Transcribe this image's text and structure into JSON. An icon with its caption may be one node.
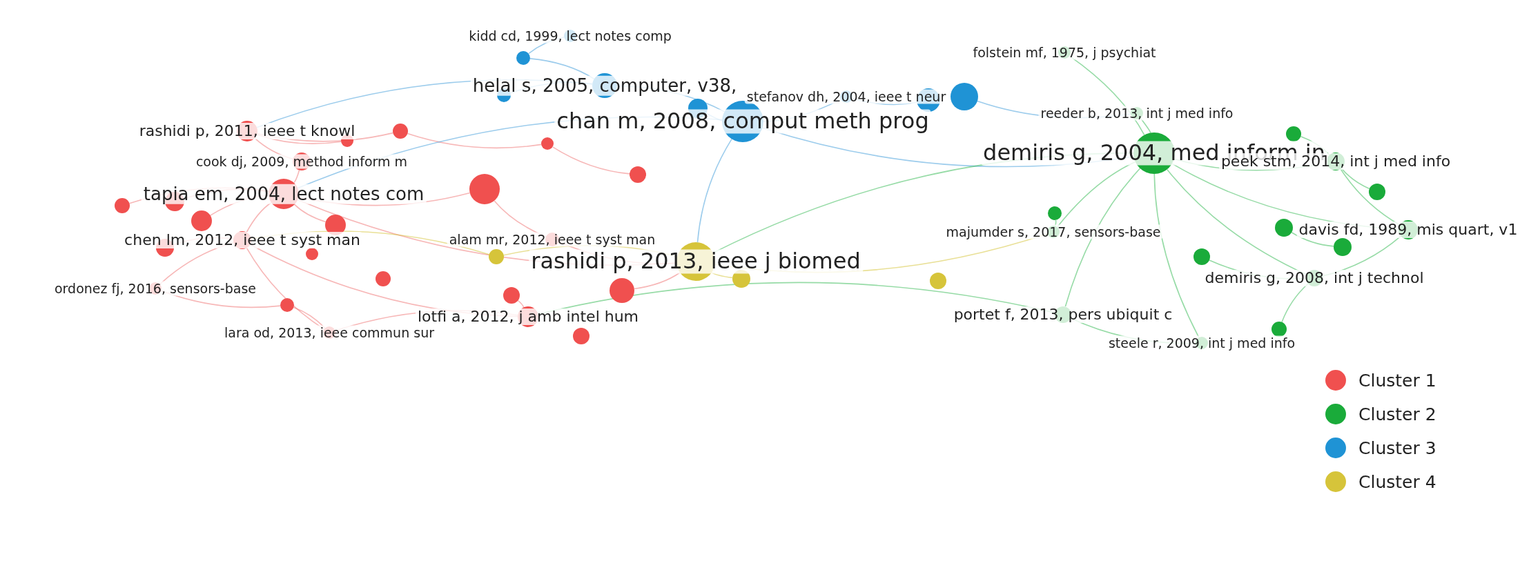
{
  "diagram": {
    "nodes": [
      {
        "text": [
          "kidd cd, 1999, lect notes comp"
        ]
      },
      {
        "text": [
          "folstein mf, 1975, j psychiat"
        ]
      },
      {
        "text": [
          "helal s, 2005, computer, v38,"
        ]
      },
      {
        "text": [
          "stefanov dh, 2004, ieee t neur"
        ]
      },
      {
        "text": [
          "chan m, 2008, comput meth prog"
        ]
      },
      {
        "text": [
          "reeder b, 2013, int j med info"
        ]
      },
      {
        "text": [
          "rashidi p, 2011, ieee t knowl"
        ]
      },
      {
        "text": [
          "cook dj, 2009, method inform m"
        ]
      },
      {
        "text": [
          "demiris g, 2004, med inform in"
        ]
      },
      {
        "text": [
          "tapia em, 2004, lect notes com"
        ]
      },
      {
        "text": [
          "peek stm, 2014, int j med info"
        ]
      },
      {
        "text": [
          "alam mr, 2012, ieee t syst man"
        ]
      },
      {
        "text": [
          "majumder s, 2017, sensors-base"
        ]
      },
      {
        "text": [
          "davis fd, 1989, mis quart, v1"
        ]
      },
      {
        "text": [
          "chen lm, 2012, ieee t syst man"
        ]
      },
      {
        "text": [
          "rashidi p, 2013, ieee j biomed"
        ]
      },
      {
        "text": [
          "ordonez fj, 2016, sensors-base"
        ]
      },
      {
        "text": [
          "demiris g, 2008, int j technol"
        ]
      },
      {
        "text": [
          "lotfi a, 2012, j amb intel hum"
        ]
      },
      {
        "text": [
          "portet f, 2013, pers ubiquit c"
        ]
      },
      {
        "text": [
          "lara od, 2013, ieee commun sur"
        ]
      },
      {
        "text": [
          "steele r, 2009, int j med info"
        ]
      },
      {
        "text": [],
        "shape": "circle"
      },
      {
        "text": [],
        "shape": "circle"
      },
      {
        "text": [],
        "shape": "circle"
      },
      {
        "text": [],
        "shape": "circle"
      },
      {
        "text": [],
        "shape": "circle"
      },
      {
        "text": [],
        "shape": "circle"
      },
      {
        "text": [],
        "shape": "circle"
      },
      {
        "text": [],
        "shape": "circle"
      },
      {
        "text": [],
        "shape": "circle"
      },
      {
        "text": [],
        "shape": "circle"
      },
      {
        "text": [],
        "shape": "circle"
      },
      {
        "text": [],
        "shape": "circle"
      },
      {
        "text": [],
        "shape": "circle"
      },
      {
        "text": [],
        "shape": "circle"
      },
      {
        "text": [],
        "shape": "circle"
      },
      {
        "text": [],
        "shape": "circle"
      },
      {
        "text": [],
        "shape": "circle"
      },
      {
        "text": [],
        "shape": "circle"
      },
      {
        "text": [],
        "shape": "circle"
      },
      {
        "text": [],
        "shape": "circle"
      },
      {
        "text": [],
        "shape": "circle"
      },
      {
        "text": [],
        "shape": "circle"
      },
      {
        "text": [],
        "shape": "circle"
      },
      {
        "text": [],
        "shape": "circle"
      },
      {
        "text": [],
        "shape": "circle"
      },
      {
        "text": [],
        "shape": "circle"
      },
      {
        "text": [],
        "shape": "circle"
      },
      {
        "text": [],
        "shape": "circle"
      },
      {
        "text": [],
        "shape": "circle"
      },
      {
        "text": [],
        "shape": "circle"
      },
      {
        "text": [],
        "shape": "circle"
      }
    ],
    "edges": [
      {
        "from": 9,
        "to": 7,
        "arrow": "none"
      },
      {
        "from": 9,
        "to": 14,
        "arrow": "none"
      },
      {
        "from": 9,
        "to": 22,
        "arrow": "none"
      },
      {
        "from": 9,
        "to": 24,
        "arrow": "none"
      },
      {
        "from": 9,
        "to": 25,
        "arrow": "none"
      },
      {
        "from": 9,
        "to": 27,
        "arrow": "none"
      },
      {
        "from": 9,
        "to": 32,
        "arrow": "none"
      },
      {
        "from": 9,
        "to": 15,
        "arrow": "none"
      },
      {
        "from": 14,
        "to": 16,
        "arrow": "none"
      },
      {
        "from": 14,
        "to": 20,
        "arrow": "none"
      },
      {
        "from": 14,
        "to": 23,
        "arrow": "none"
      },
      {
        "from": 6,
        "to": 7,
        "arrow": "none"
      },
      {
        "from": 6,
        "to": 29,
        "arrow": "none"
      },
      {
        "from": 6,
        "to": 31,
        "arrow": "none"
      },
      {
        "from": 32,
        "to": 11,
        "arrow": "none"
      },
      {
        "from": 11,
        "to": 15,
        "arrow": "none"
      },
      {
        "from": 18,
        "to": 20,
        "arrow": "none"
      },
      {
        "from": 18,
        "to": 35,
        "arrow": "none"
      },
      {
        "from": 20,
        "to": 26,
        "arrow": "none"
      },
      {
        "from": 31,
        "to": 37,
        "arrow": "none"
      },
      {
        "from": 37,
        "to": 40,
        "arrow": "none"
      },
      {
        "from": 14,
        "to": 18,
        "arrow": "none"
      },
      {
        "from": 16,
        "to": 26,
        "arrow": "none"
      },
      {
        "from": 39,
        "to": 15,
        "arrow": "none"
      },
      {
        "from": 4,
        "to": 2,
        "arrow": "none",
        "color": "#3a9ad9"
      },
      {
        "from": 4,
        "to": 3,
        "arrow": "none",
        "color": "#3a9ad9"
      },
      {
        "from": 4,
        "to": 8,
        "arrow": "none",
        "color": "#3a9ad9"
      },
      {
        "from": 4,
        "to": 9,
        "arrow": "none",
        "color": "#3a9ad9"
      },
      {
        "from": 2,
        "to": 34,
        "arrow": "none",
        "color": "#3a9ad9"
      },
      {
        "from": 2,
        "to": 36,
        "arrow": "none",
        "color": "#3a9ad9"
      },
      {
        "from": 0,
        "to": 36,
        "arrow": "none",
        "color": "#3a9ad9"
      },
      {
        "from": 3,
        "to": 43,
        "arrow": "none",
        "color": "#3a9ad9"
      },
      {
        "from": 41,
        "to": 4,
        "arrow": "none",
        "color": "#3a9ad9"
      },
      {
        "from": 2,
        "to": 6,
        "arrow": "none",
        "color": "#3a9ad9"
      },
      {
        "from": 45,
        "to": 5,
        "arrow": "none",
        "color": "#3a9ad9"
      },
      {
        "from": 4,
        "to": 15,
        "arrow": "none",
        "color": "#3a9ad9"
      },
      {
        "from": 8,
        "to": 10,
        "arrow": "none",
        "color": "#2db84d"
      },
      {
        "from": 8,
        "to": 5,
        "arrow": "none",
        "color": "#2db84d"
      },
      {
        "from": 8,
        "to": 1,
        "arrow": "none",
        "color": "#2db84d"
      },
      {
        "from": 8,
        "to": 12,
        "arrow": "none",
        "color": "#2db84d"
      },
      {
        "from": 8,
        "to": 13,
        "arrow": "none",
        "color": "#2db84d"
      },
      {
        "from": 8,
        "to": 17,
        "arrow": "none",
        "color": "#2db84d"
      },
      {
        "from": 8,
        "to": 19,
        "arrow": "none",
        "color": "#2db84d"
      },
      {
        "from": 8,
        "to": 21,
        "arrow": "none",
        "color": "#2db84d"
      },
      {
        "from": 10,
        "to": 13,
        "arrow": "none",
        "color": "#2db84d"
      },
      {
        "from": 10,
        "to": 50,
        "arrow": "none",
        "color": "#2db84d"
      },
      {
        "from": 10,
        "to": 52,
        "arrow": "none",
        "color": "#2db84d"
      },
      {
        "from": 17,
        "to": 13,
        "arrow": "none",
        "color": "#2db84d"
      },
      {
        "from": 17,
        "to": 48,
        "arrow": "none",
        "color": "#2db84d"
      },
      {
        "from": 19,
        "to": 21,
        "arrow": "none",
        "color": "#2db84d"
      },
      {
        "from": 12,
        "to": 46,
        "arrow": "none",
        "color": "#2db84d"
      },
      {
        "from": 49,
        "to": 51,
        "arrow": "none",
        "color": "#2db84d"
      },
      {
        "from": 47,
        "to": 17,
        "arrow": "none",
        "color": "#2db84d"
      },
      {
        "from": 8,
        "to": 15,
        "arrow": "none",
        "color": "#2db84d"
      },
      {
        "from": 19,
        "to": 18,
        "arrow": "none",
        "color": "#2db84d"
      },
      {
        "from": 15,
        "to": 33,
        "arrow": "none",
        "color": "#d4c22e"
      },
      {
        "from": 15,
        "to": 42,
        "arrow": "none",
        "color": "#d4c22e"
      },
      {
        "from": 15,
        "to": 12,
        "arrow": "none",
        "color": "#d4c22e"
      },
      {
        "from": 33,
        "to": 14,
        "arrow": "none",
        "color": "#d4c22e"
      }
    ],
    "legend": [
      {
        "text": "Cluster 1",
        "color": "#f0504f"
      },
      {
        "text": "Cluster 2",
        "color": "#1aab3a"
      },
      {
        "text": "Cluster 3",
        "color": "#1f93d5"
      },
      {
        "text": "Cluster 4",
        "color": "#d6c43a"
      }
    ]
  }
}
